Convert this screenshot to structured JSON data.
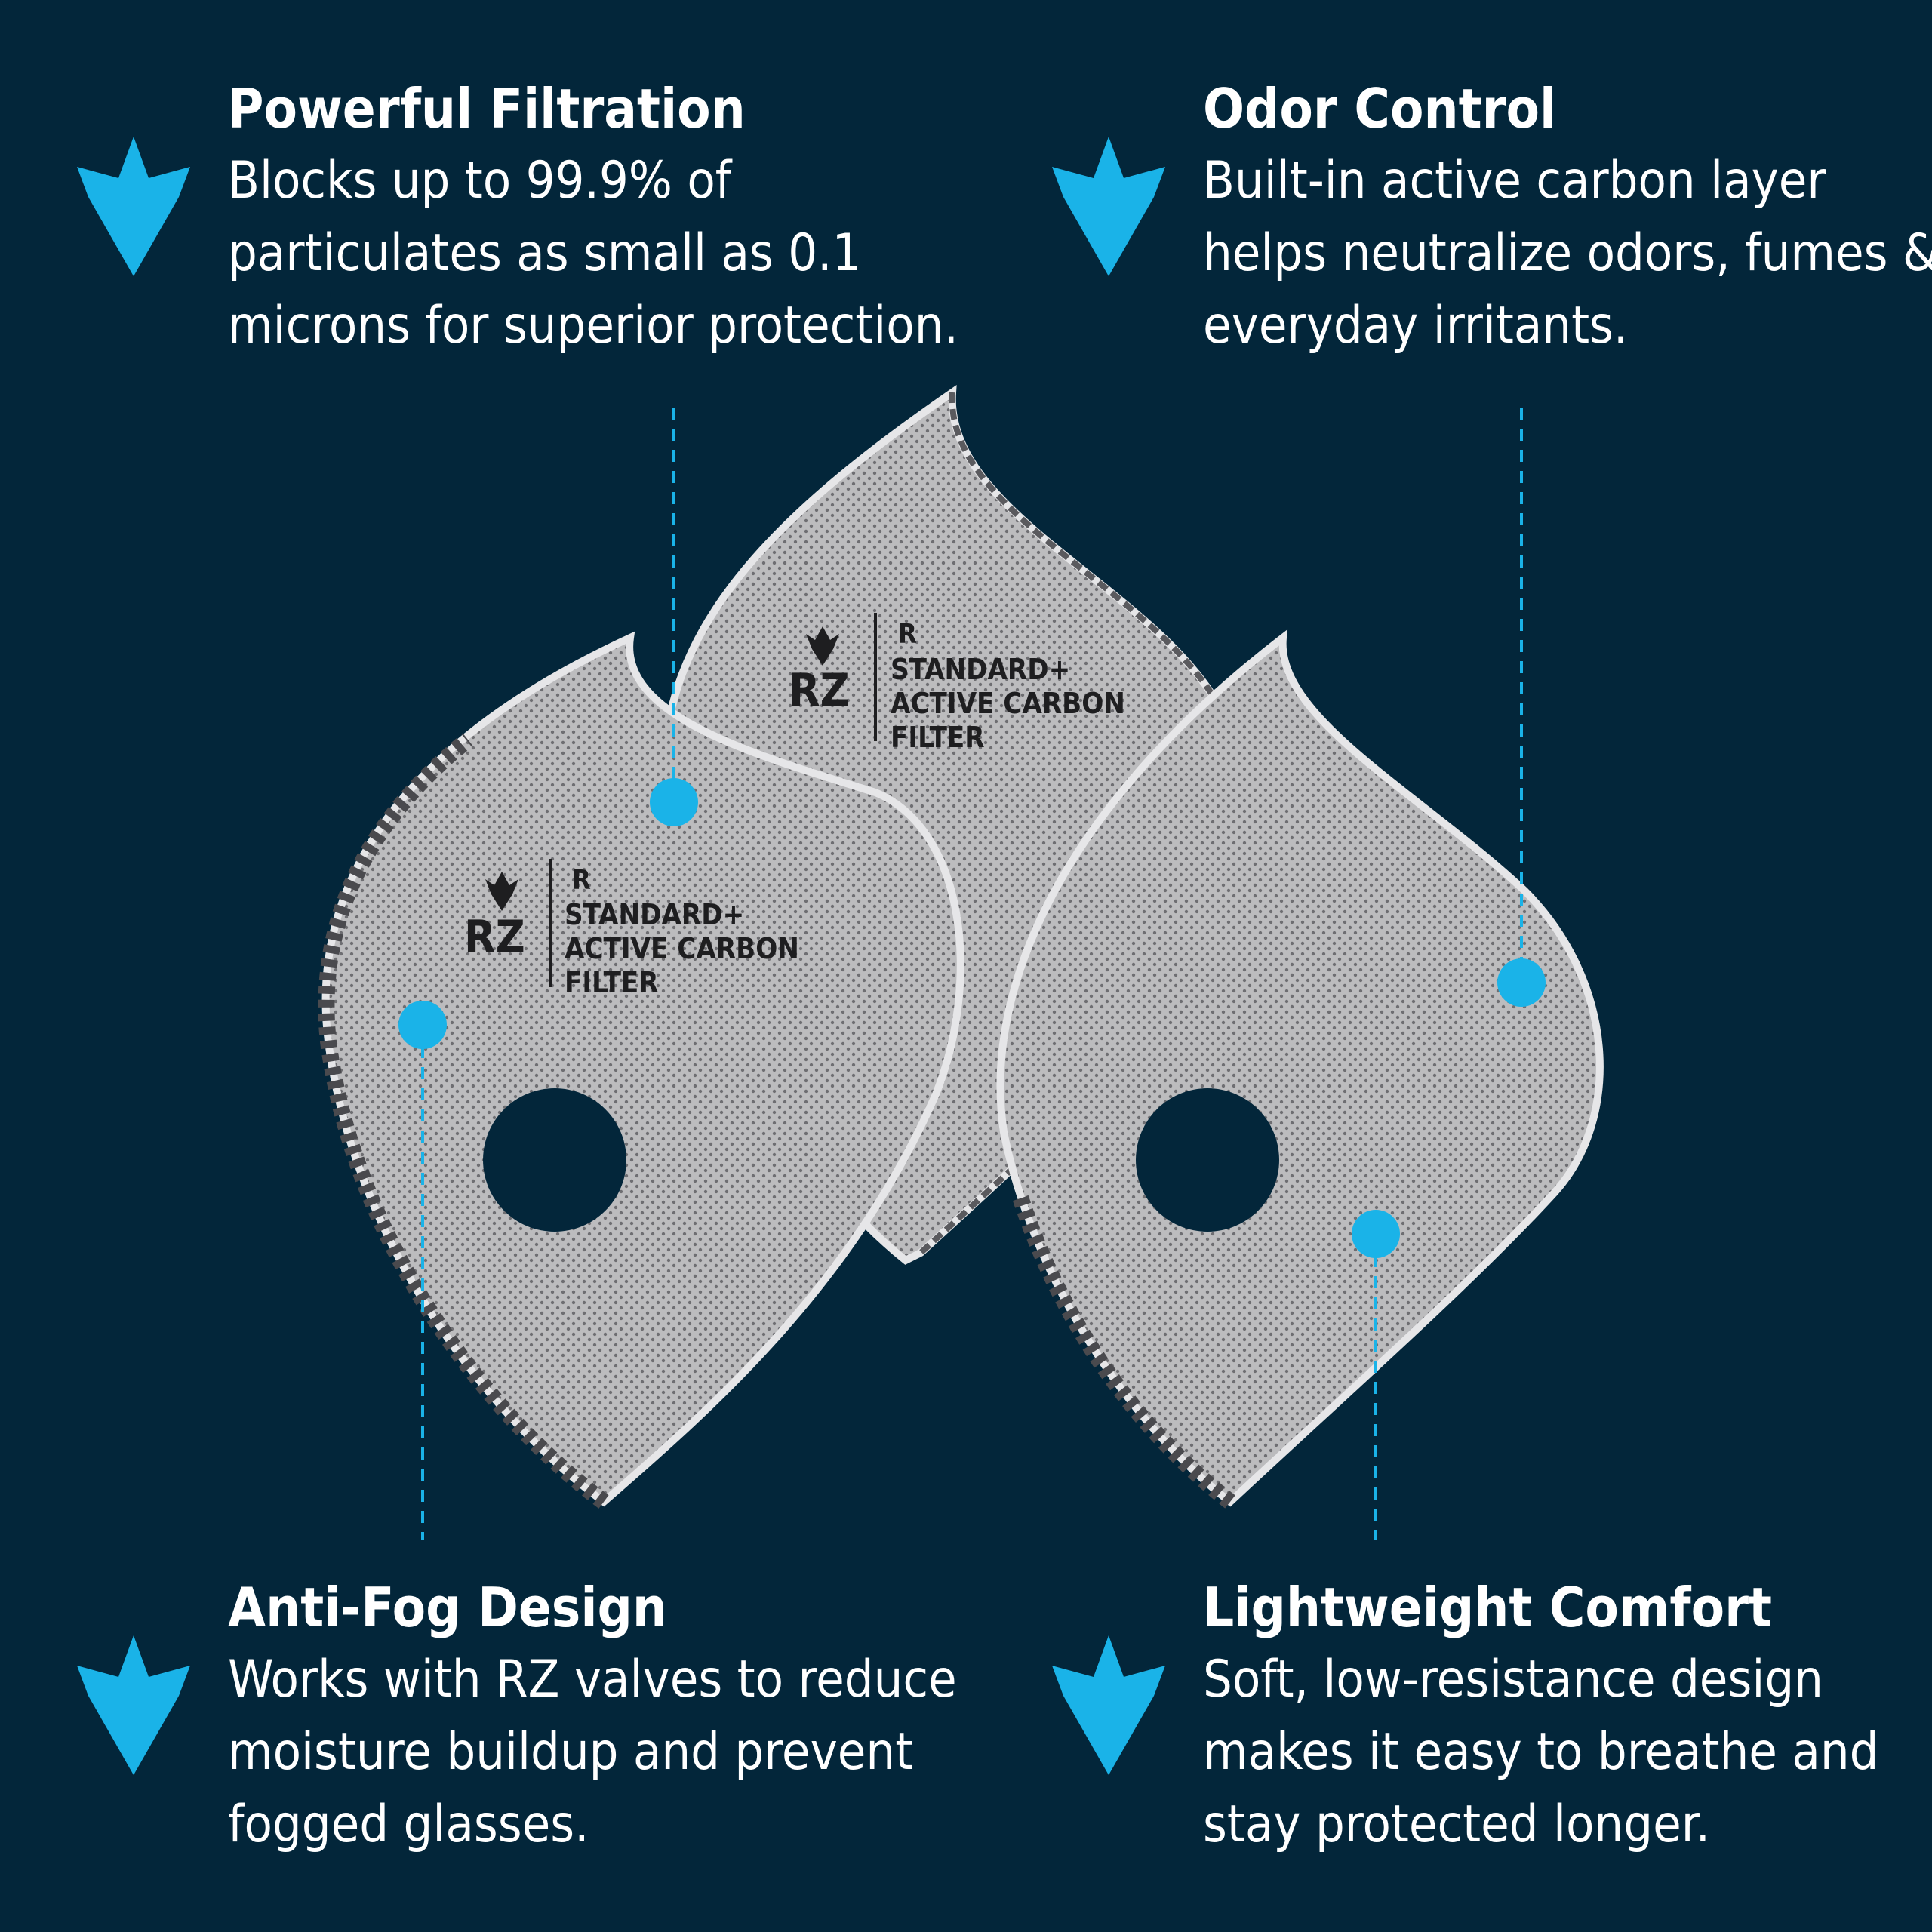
{
  "accent_color": "#1ab3e8",
  "background_color": "#03263a",
  "icon": "rz-star-icon",
  "features": [
    {
      "title": "Powerful Filtration",
      "body": "Blocks up to 99.9% of particulates as small as 0.1 microns for superior protection."
    },
    {
      "title": "Odor Control",
      "body": "Built-in active carbon layer helps neutralize odors, fumes & everyday irritants."
    },
    {
      "title": "Anti-Fog Design",
      "body": "Works with RZ valves to reduce moisture buildup and prevent fogged glasses."
    },
    {
      "title": "Lightweight Comfort",
      "body": "Soft, low-resistance design makes it easy to breathe and stay protected longer."
    }
  ],
  "filter_label": {
    "brand": "RZ",
    "badge": "R",
    "line1": "STANDARD+",
    "line2": "ACTIVE CARBON",
    "line3": "FILTER"
  }
}
